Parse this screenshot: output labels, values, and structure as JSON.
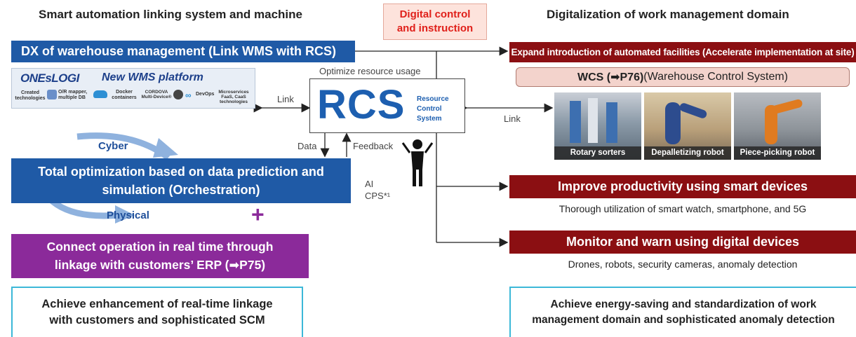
{
  "left": {
    "heading": "Smart automation linking system and machine",
    "dx_bar": "DX of warehouse management (Link WMS with RCS)",
    "wms": {
      "logo": "ONEsLOGI",
      "title": "New WMS platform",
      "technologies_label": "Created technologies",
      "items": [
        "O/R mapper, multiple DB",
        "Docker containers",
        "CORDOVA Multi-Device®",
        "DevOps",
        "Microservices FaaS, CaaS technologies"
      ]
    },
    "link_label": "Link",
    "cyber_label": "Cyber",
    "physical_label": "Physical",
    "total_opt_line1": "Total optimization based on data prediction and",
    "total_opt_line2": "simulation (Orchestration)",
    "plus": "+",
    "connect_line1": "Connect operation in real time through",
    "connect_line2": "linkage with customers’ ERP (➡P75)",
    "achieve_line1": "Achieve enhancement of real-time linkage",
    "achieve_line2": "with customers and sophisticated SCM"
  },
  "center": {
    "digital_line1": "Digital control",
    "digital_line2": "and instruction",
    "optimize_label": "Optimize resource usage",
    "rcs_logo": "RCS",
    "rcs_sub1": "Resource",
    "rcs_sub2": "Control",
    "rcs_sub3": "System",
    "data_label": "Data",
    "feedback_label": "Feedback",
    "ai_label": "AI",
    "cps_label": "CPS*¹",
    "link_label": "Link"
  },
  "right": {
    "heading": "Digitalization of work management domain",
    "expand_bar": "Expand introduction of automated facilities (Accelerate implementation at site)",
    "wcs_main": "WCS (➡P76)",
    "wcs_rest": " (Warehouse Control System)",
    "photos": [
      "Rotary sorters",
      "Depalletizing robot",
      "Piece-picking robot"
    ],
    "productivity_bar": "Improve productivity using smart devices",
    "productivity_sub": "Thorough utilization of smart watch, smartphone, and 5G",
    "monitor_bar": "Monitor and warn using digital devices",
    "monitor_sub": "Drones, robots, security cameras, anomaly detection",
    "achieve_line1": "Achieve energy-saving and standardization of work",
    "achieve_line2": "management domain and sophisticated anomaly detection"
  },
  "colors": {
    "blue": "#1f5aa6",
    "dark_red": "#8b0f12",
    "purple": "#8b2a9a",
    "cyan_outline": "#3cb8d8",
    "pink_box": "#f3d3cc"
  }
}
